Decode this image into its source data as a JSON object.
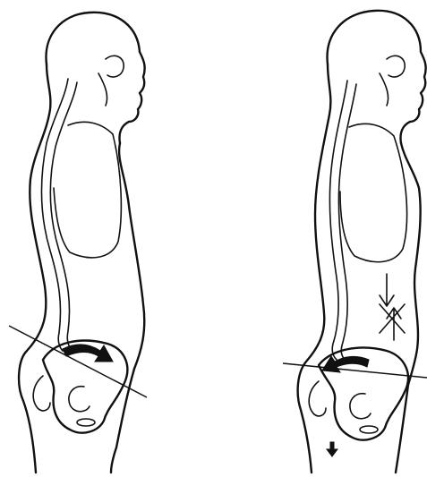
{
  "figure": {
    "panels": [
      {
        "id": "left",
        "depicts": "neutral-posture"
      },
      {
        "id": "right",
        "depicts": "lordotic-posture"
      }
    ]
  },
  "colors": {
    "background": "#ffffff",
    "ink": "#111111"
  }
}
